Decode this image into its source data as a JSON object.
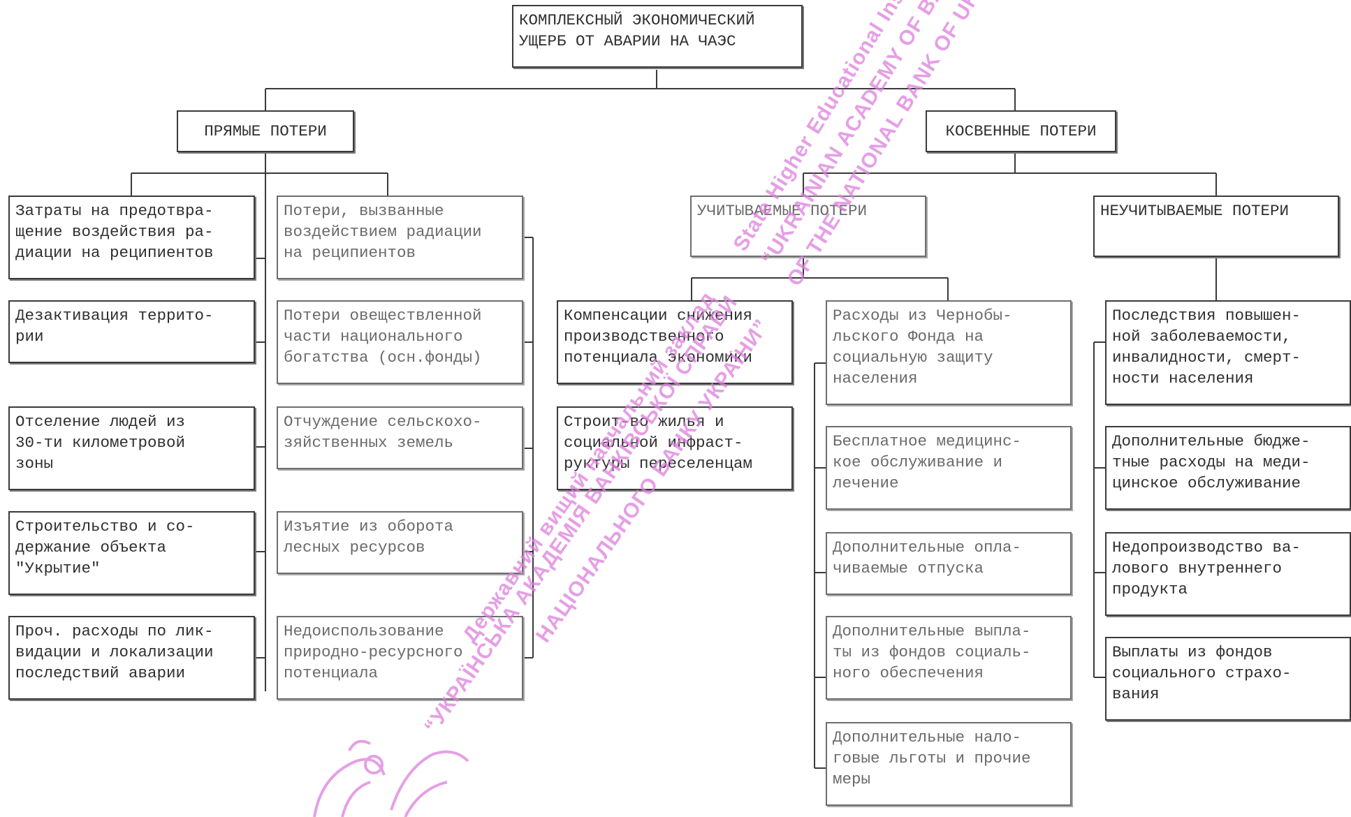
{
  "root": "КОМПЛЕКСНЫЙ ЭКОНОМИЧЕСКИЙ\nУЩЕРБ ОТ АВАРИИ НА ЧАЭС",
  "direct": "ПРЯМЫЕ ПОТЕРИ",
  "indirect": "КОСВЕННЫЕ ПОТЕРИ",
  "accounted": "УЧИТЫВАЕМЫЕ ПОТЕРИ",
  "unaccounted": "НЕУЧИТЫВАЕМЫЕ ПОТЕРИ",
  "direct_left": [
    "Затраты на предотвра-\nщение воздействия ра-\nдиации на реципиентов",
    "Дезактивация террито-\nрии",
    "Отселение людей из\n30-ти километровой\nзоны",
    "Строительство и со-\nдержание объекта\n\"Укрытие\"",
    "Проч. расходы по лик-\nвидации и локализации\nпоследствий аварии"
  ],
  "direct_right": [
    "Потери, вызванные\nвоздействием радиации\nна реципиентов",
    "Потери овеществленной\nчасти национального\nбогатства (осн.фонды)",
    "Отчуждение сельскохо-\nзяйственных земель",
    "Изъятие из оборота\nлесных ресурсов",
    "Недоиспользование\nприродно-ресурсного\nпотенциала"
  ],
  "accounted_left": [
    "Компенсации снижения\nпроизводственного\nпотенциала экономики",
    "Строит-во жилья и\nсоциальной инфраст-\nруктуры переселенцам"
  ],
  "accounted_right": [
    "Расходы из Чернобы-\nльского Фонда на\nсоциальную защиту\nнаселения",
    "Бесплатное медицинс-\nкое обслуживание и\nлечение",
    "Дополнительные опла-\nчиваемые отпуска",
    "Дополнительные выпла-\nты из фондов социаль-\nного обеспечения",
    "Дополнительные нало-\nговые льготы и прочие\nмеры"
  ],
  "unaccounted_items": [
    "Последствия повышен-\nной заболеваемости,\nинвалидности, смерт-\nности населения",
    "Дополнительные бюдже-\nтные расходы на меди-\nцинское обслуживание",
    "Недопроизводство ва-\nлового внутреннего\nпродукта",
    "Выплаты из фондов\nсоциального страхо-\nвания"
  ],
  "watermark": {
    "en": [
      "State Higher Educational Institution",
      "“UKRAINIAN ACADEMY OF BANKING",
      "OF THE NATIONAL BANK OF UKRAINE”"
    ],
    "ua": [
      "Державний вищий навчальний заклад",
      "“УКРАЇНСЬКА АКАДЕМІЯ БАНКІВСЬКОЇ СПРАВИ",
      "НАЦІОНАЛЬНОГО БАНКУ УКРАЇНИ”"
    ],
    "color": "#dd7fdd"
  },
  "colors": {
    "box_border": "#3a3a3a",
    "light_text": "#6a6a6a",
    "connector": "#3a3a3a"
  }
}
